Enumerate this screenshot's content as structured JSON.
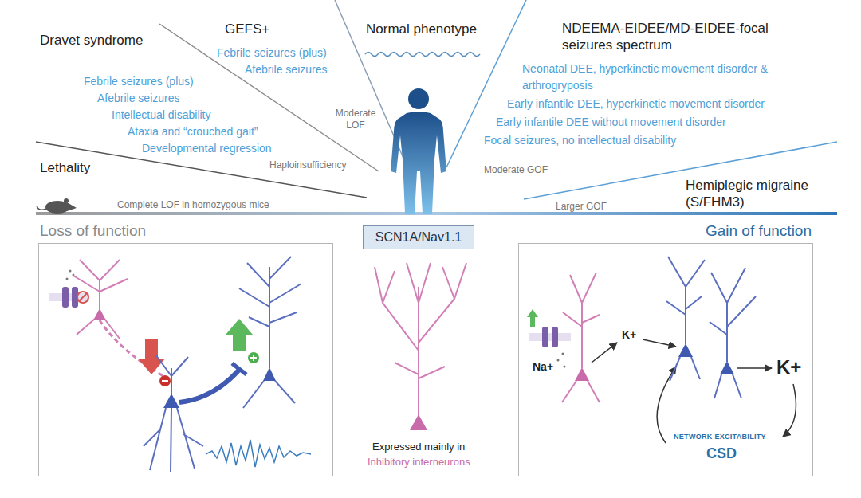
{
  "diagram": {
    "nodes": [
      {
        "text": [
          "Loss of function"
        ]
      },
      {
        "text": [
          "SCN1A/Nav1.1"
        ]
      },
      {
        "text": [
          "Gain of function"
        ]
      }
    ],
    "labels": [
      "Dravet syndrome",
      "GEFS+",
      "Febrile seizures (plus)",
      "Afebrile seizures",
      "Normal phenotype",
      "NDEEMA-EIDEE/MD-EIDEE-focal seizures spectrum",
      "Febrile seizures (plus)",
      "Afebrile seizures",
      "Intellectual disability",
      "Ataxia and “crouched gait”",
      "Developmental regression",
      "Moderate LOF",
      "Neonatal DEE, hyperkinetic movement disorder & arthrogryposis",
      "Early infantile DEE, hyperkinetic movement disorder",
      "Early infantile DEE without movement disorder",
      "Focal seizures, no intellectual disability",
      "Lethality",
      "Haploinsufficiency",
      "Moderate GOF",
      "Hemiplegic migraine (S/FHM3)",
      "Complete LOF in homozygous mice",
      "Larger GOF",
      "K+",
      "Na+",
      "K+",
      "NETWORK EXCITABILITY",
      "CSD",
      "Expressed mainly in",
      "Inhibitory interneurons"
    ]
  }
}
